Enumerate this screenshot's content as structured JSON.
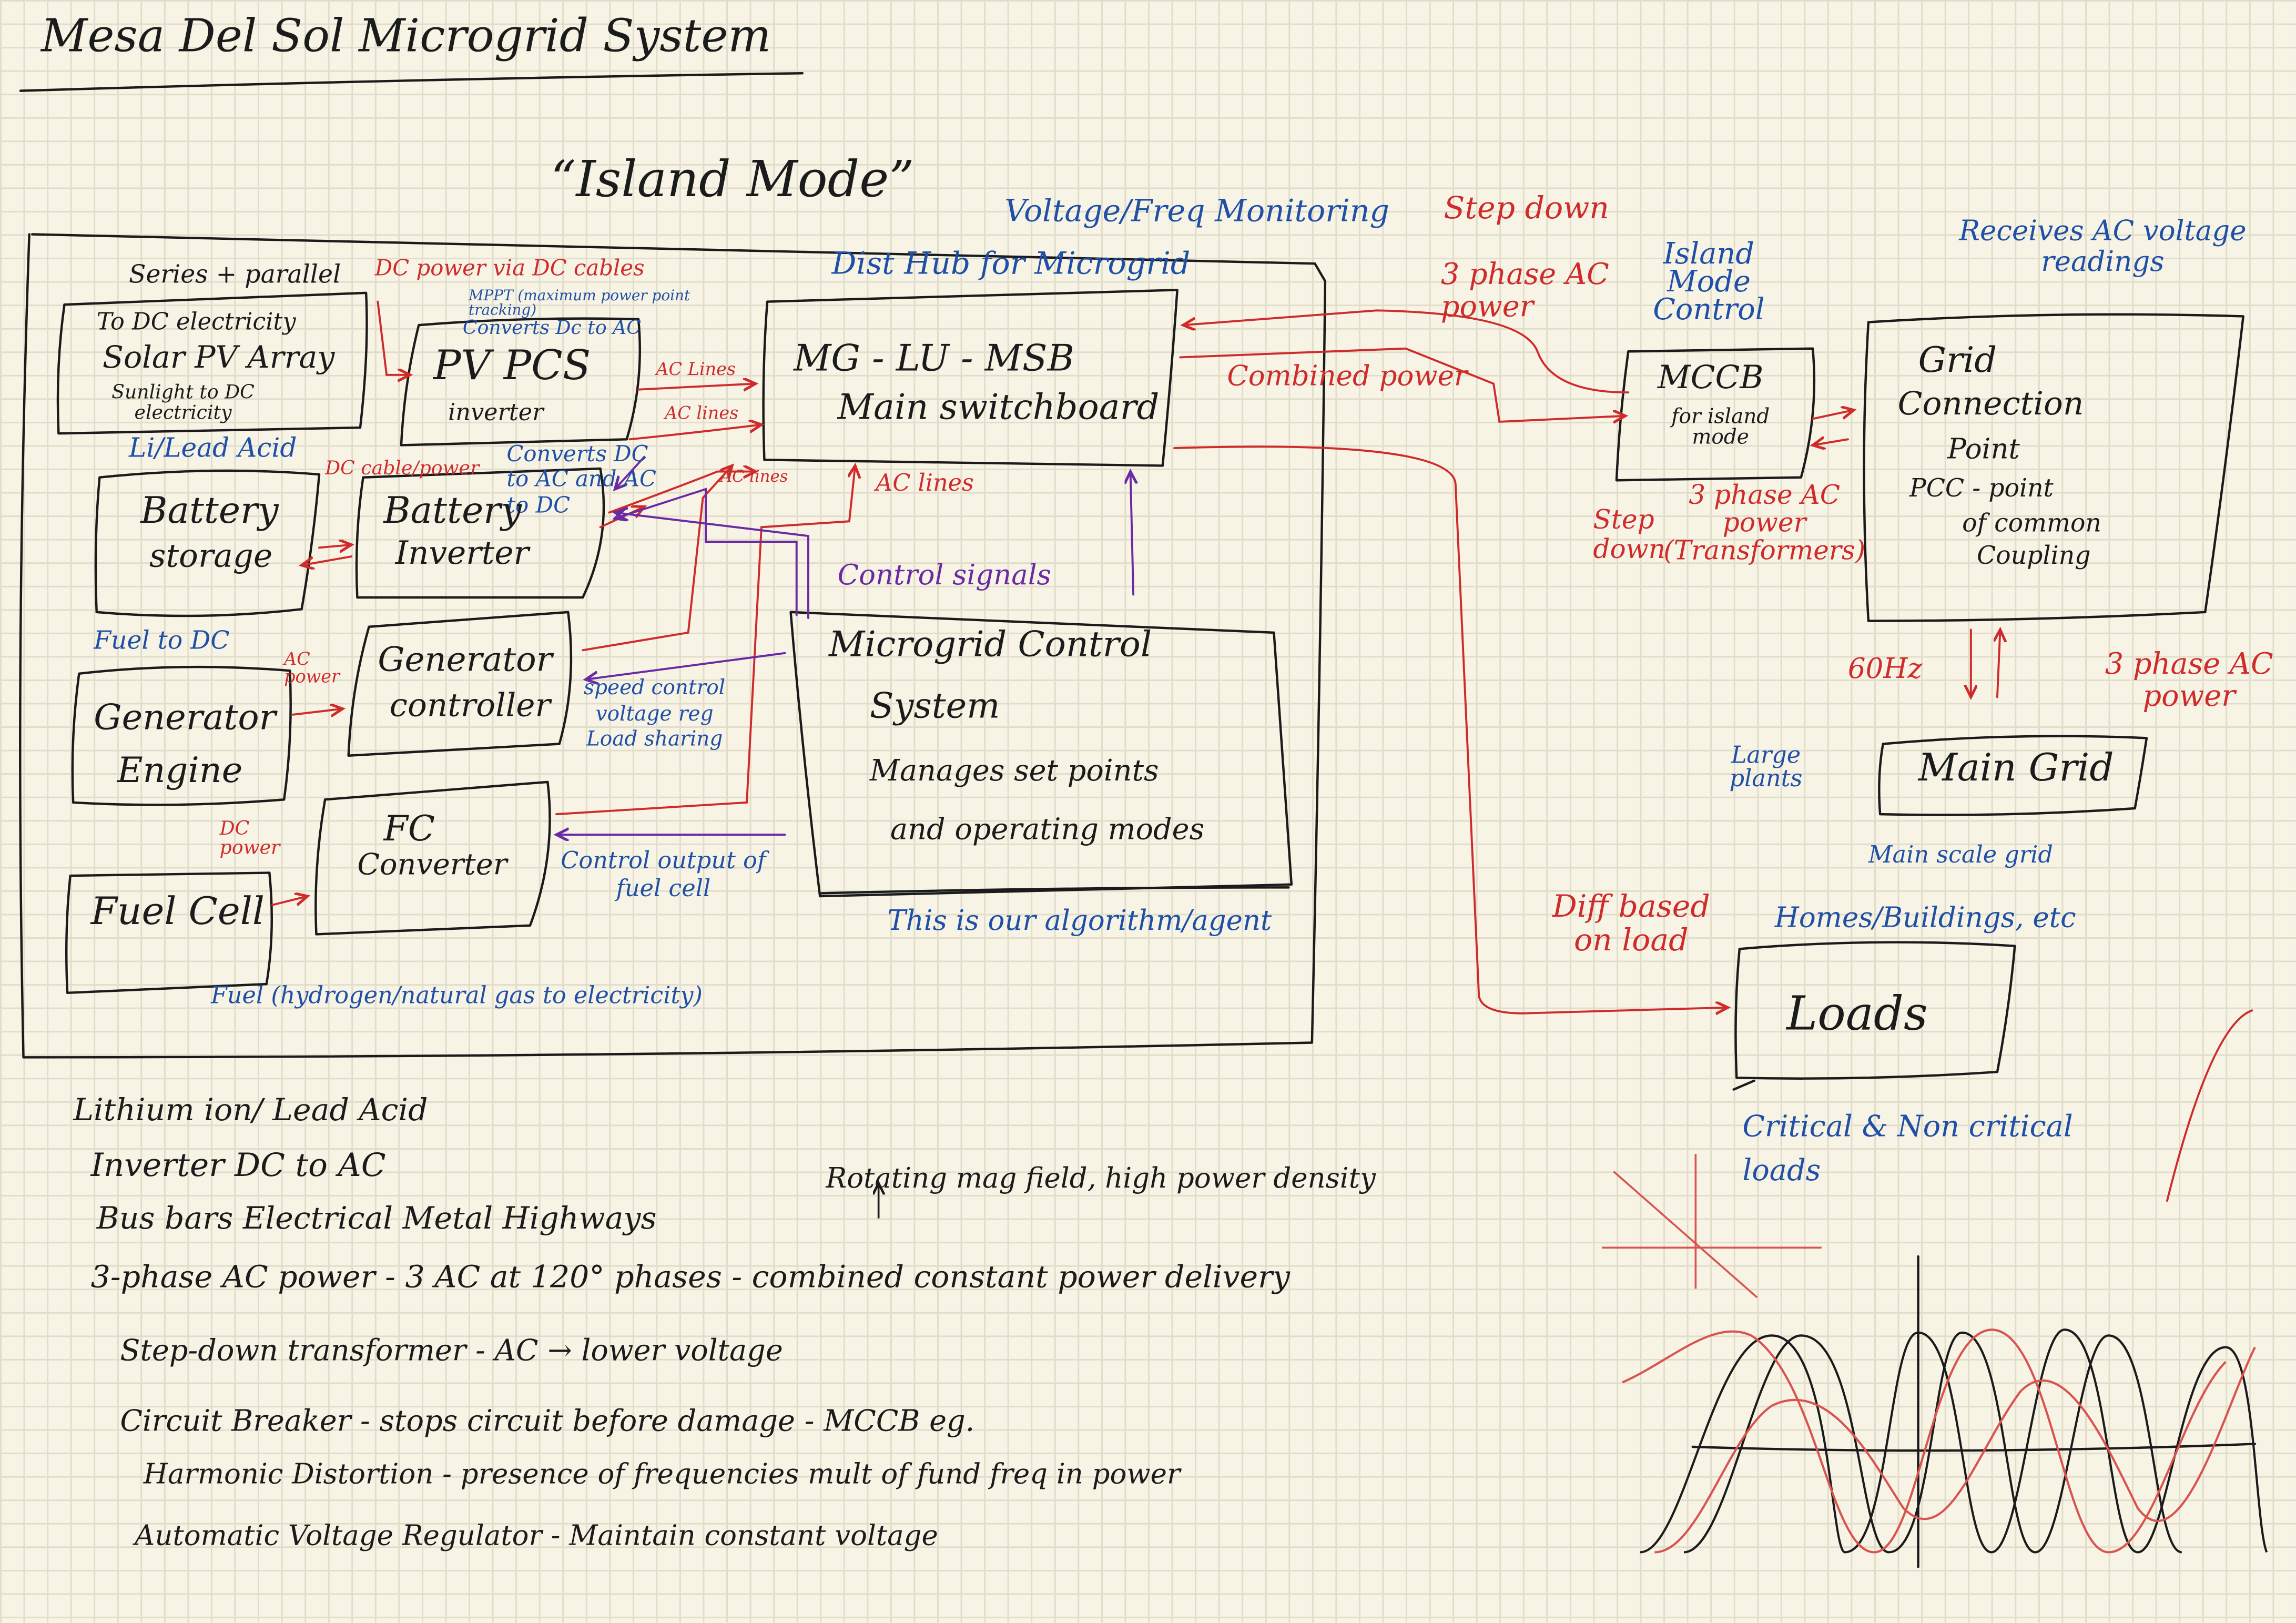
{
  "title": "Mesa Del Sol Microgrid System",
  "mode": "“Island Mode”",
  "labels": {
    "series_parallel": "Series + parallel",
    "dc_power_cables": "DC power via DC cables",
    "dist_hub": "Dist Hub for Microgrid",
    "voltage_monitoring": "Voltage/Freq Monitoring",
    "step_down_top": "Step down",
    "three_phase_ac": "3 phase AC power",
    "island_mode_control": "Island Mode Control",
    "receives_ac": "Receives AC voltage readings",
    "mppt": "MPPT (maximum power point tracking)",
    "converts_dc_ac": "Converts Dc to AC",
    "ac_lines_1": "AC Lines",
    "ac_lines_2": "AC lines",
    "ac_lines_3": "AC lines",
    "ac_lines_4": "AC lines",
    "combined_power": "Combined power",
    "li_lead_acid": "Li/Lead Acid",
    "dc_cable_power": "DC cable/power",
    "converts_dc_ac_2": "Converts DC to AC and AC to DC",
    "control_signals": "Control signals",
    "step_down_2": "Step down",
    "three_phase_power_tr": "3 phase AC power (Transformers)",
    "fuel_to_dc": "Fuel to DC",
    "ac_power_small": "AC power",
    "speed_control": "speed control voltage reg Load sharing",
    "freq_60hz": "60Hz",
    "three_phase_ac_power": "3 phase AC power",
    "dc_power_small": "DC power",
    "control_output": "Control output of fuel cell",
    "algorithm_agent": "This is our algorithm/agent",
    "diff_based_load": "Diff based on load",
    "homes_buildings": "Homes/Buildings, etc",
    "large_plants": "Large plants",
    "main_scale_grid": "Main scale grid",
    "fuel_note": "Fuel (hydrogen/natural gas to electricity)",
    "critical_noncritical": "Critical & Non critical loads"
  },
  "components": {
    "solar": {
      "line1": "To DC electricity",
      "line2": "Solar PV Array",
      "line3": "Sunlight to DC electricity"
    },
    "pv_pcs": {
      "name": "PV PCS",
      "sub": "inverter"
    },
    "main_switchboard": {
      "line1": "MG - LU - MSB",
      "line2": "Main switchboard"
    },
    "battery_storage": {
      "line1": "Battery",
      "line2": "storage"
    },
    "battery_inverter": {
      "line1": "Battery",
      "line2": "Inverter"
    },
    "generator_controller": {
      "line1": "Generator",
      "line2": "controller"
    },
    "generator_engine": {
      "line1": "Generator",
      "line2": "Engine"
    },
    "mgcs": {
      "line1": "Microgrid Control",
      "line2": "System",
      "line3": "Manages set points",
      "line4": "and operating modes"
    },
    "fc_converter": {
      "line1": "FC",
      "line2": "Converter"
    },
    "fuel_cell": {
      "name": "Fuel Cell"
    },
    "mccb": {
      "line1": "MCCB",
      "line2": "for island mode"
    },
    "grid_connection": {
      "line1": "Grid",
      "line2": "Connection",
      "line3": "Point",
      "line4": "PCC - point",
      "line5": "of common",
      "line6": "Coupling"
    },
    "main_grid": {
      "name": "Main Grid"
    },
    "loads": {
      "name": "Loads"
    }
  },
  "notes": [
    "Lithium ion/ Lead Acid",
    "Inverter   DC to AC",
    "Bus bars   Electrical Metal Highways",
    "3-phase AC power - 3 AC at 120° phases   - combined constant power delivery",
    "Step-down transformer - AC → lower voltage",
    "Circuit Breaker - stops circuit before damage - MCCB eg.",
    "Harmonic Distortion - presence of frequencies mult of fund freq in power",
    "Automatic Voltage Regulator - Maintain constant voltage"
  ],
  "rotating_note": "Rotating mag field, high power density",
  "colors": {
    "ink": "#1b1b1b",
    "red": "#cf2b2b",
    "blue": "#1f4fa6",
    "purple": "#6a2aa3",
    "paper": "#f7f4e6"
  }
}
